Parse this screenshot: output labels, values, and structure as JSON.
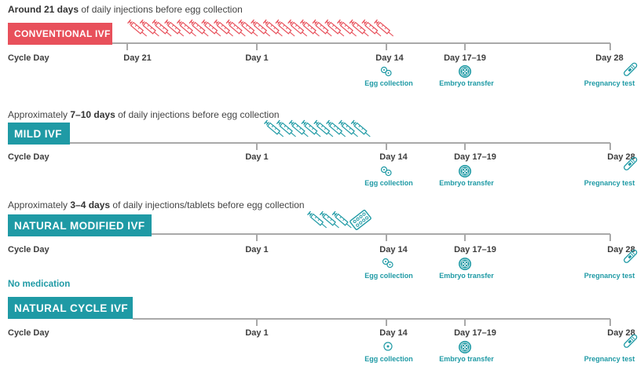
{
  "sections": [
    {
      "headline_bold": "Around 21 days",
      "headline_rest": " of daily injections before egg collection",
      "tag": "CONVENTIONAL IVF",
      "tag_color": "#e8505b",
      "injection_count": 21,
      "tablet": false,
      "days": [
        "Cycle Day",
        "Day 21",
        "Day 1",
        "Day 14",
        "Day 17–19",
        "Day 28"
      ]
    },
    {
      "headline_prefix": "Approximately ",
      "headline_bold": "7–10 days",
      "headline_rest": " of daily injections before egg collection",
      "tag": "MILD IVF",
      "tag_color": "#1f9aa5",
      "injection_count": 8,
      "tablet": false,
      "days": [
        "Cycle Day",
        "Day 1",
        "Day 14",
        "Day 17–19",
        "Day 28"
      ]
    },
    {
      "headline_prefix": "Approximately ",
      "headline_bold": "3–4 days",
      "headline_rest": " of daily injections/tablets before egg collection",
      "tag": "NATURAL MODIFIED IVF",
      "tag_color": "#1f9aa5",
      "injection_count": 3,
      "tablet": true,
      "days": [
        "Cycle Day",
        "Day 1",
        "Day 14",
        "Day 17–19",
        "Day 28"
      ]
    },
    {
      "headline_bold": "No medication",
      "tag": "NATURAL CYCLE IVF",
      "tag_color": "#1f9aa5",
      "injection_count": 0,
      "tablet": false,
      "days": [
        "Cycle Day",
        "Day 1",
        "Day 14",
        "Day 17–19",
        "Day 28"
      ]
    }
  ],
  "events": {
    "egg_collection": "Egg collection",
    "embryo_transfer": "Embryo transfer",
    "pregnancy_test": "Pregnancy test"
  },
  "colors": {
    "red": "#e8505b",
    "teal": "#1f9aa5",
    "axis": "#a9a9a9"
  }
}
